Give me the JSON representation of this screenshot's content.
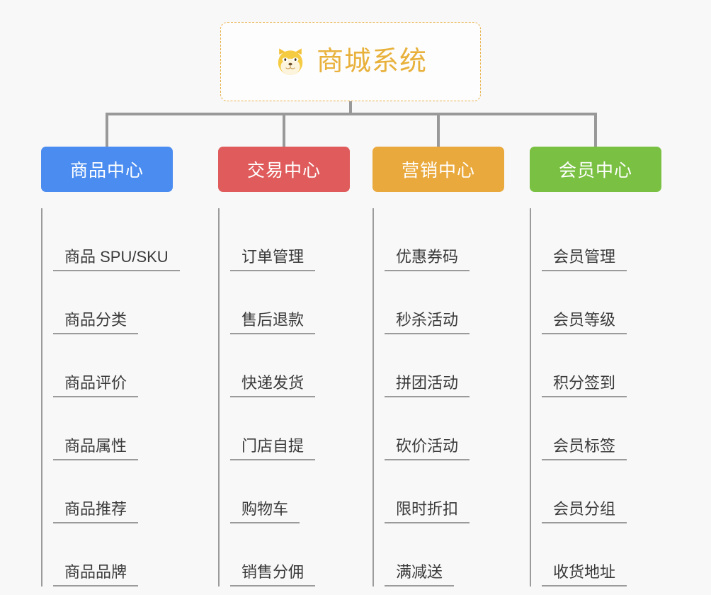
{
  "page": {
    "background_color": "#f8f8f8",
    "type": "org-chart"
  },
  "root": {
    "title": "商城系统",
    "icon": "dog-face-emoji",
    "text_color": "#e8b13c",
    "border_color": "#e8b14a",
    "background_color": "#fdfdfd"
  },
  "connector": {
    "color": "#999999"
  },
  "columns": [
    {
      "label": "商品中心",
      "color": "#4a8cf0",
      "items": [
        "商品 SPU/SKU",
        "商品分类",
        "商品评价",
        "商品属性",
        "商品推荐",
        "商品品牌"
      ]
    },
    {
      "label": "交易中心",
      "color": "#e05c5c",
      "items": [
        "订单管理",
        "售后退款",
        "快递发货",
        "门店自提",
        "购物车",
        "销售分佣"
      ]
    },
    {
      "label": "营销中心",
      "color": "#eaa93c",
      "items": [
        "优惠券码",
        "秒杀活动",
        "拼团活动",
        "砍价活动",
        "限时折扣",
        "满减送"
      ]
    },
    {
      "label": "会员中心",
      "color": "#7ac143",
      "items": [
        "会员管理",
        "会员等级",
        "积分签到",
        "会员标签",
        "会员分组",
        "收货地址"
      ]
    }
  ]
}
